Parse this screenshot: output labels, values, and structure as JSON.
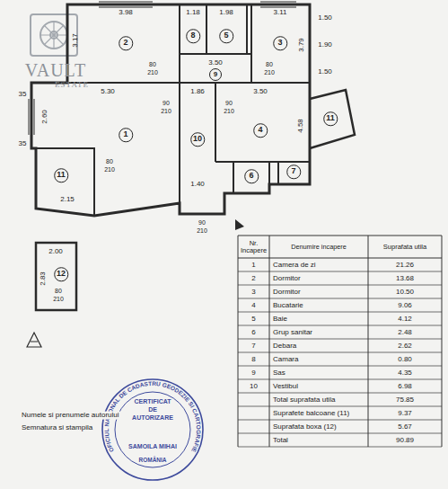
{
  "diagram": {
    "labels": [
      "VAULT",
      "ESTATE",
      "3.98",
      "1.18",
      "1.98",
      "3.11",
      "3.17",
      "3.79",
      "1.50",
      "1.90",
      "1.50",
      "2",
      "8",
      "5",
      "3",
      "3.50",
      "9",
      "80",
      "210",
      "80",
      "210",
      "90",
      "210",
      "90",
      "210",
      "80",
      "210",
      "90",
      "210",
      "5.30",
      "1.86",
      "3.50",
      "2.60",
      "4.58",
      "1.40",
      "2.15",
      "35",
      "35",
      "1",
      "10",
      "4",
      "11",
      "11",
      "6",
      "7",
      "2.00",
      "2.83",
      "12",
      "80",
      "210",
      "Numele si prenumele autorului",
      "Semnatura si stampila",
      "OFICIUL NATIONAL DE CADASTRU GEODEZIE SI CARTOGRAFIE",
      "CERTIFICAT",
      "DE",
      "AUTORIZARE",
      "SAMOILA MIHAI",
      "ROMÂNIA",
      "Nr. Incapere",
      "Denumire incapere",
      "Suprafata utila",
      "1",
      "Camera de zi",
      "21.26",
      "2",
      "Dormitor",
      "13.68",
      "3",
      "Dormitor",
      "10.50",
      "4",
      "Bucatarie",
      "9.06",
      "5",
      "Baie",
      "4.12",
      "6",
      "Grup sanitar",
      "2.48",
      "7",
      "Debara",
      "2.62",
      "8",
      "Camara",
      "0.80",
      "9",
      "Sas",
      "4.35",
      "10",
      "Vestibul",
      "6.98",
      "Total suprafata utila",
      "75.85",
      "Suprafete balcoane (11)",
      "9.37",
      "Suprafata boxa (12)",
      "5.67",
      "Total",
      "90.89"
    ]
  }
}
